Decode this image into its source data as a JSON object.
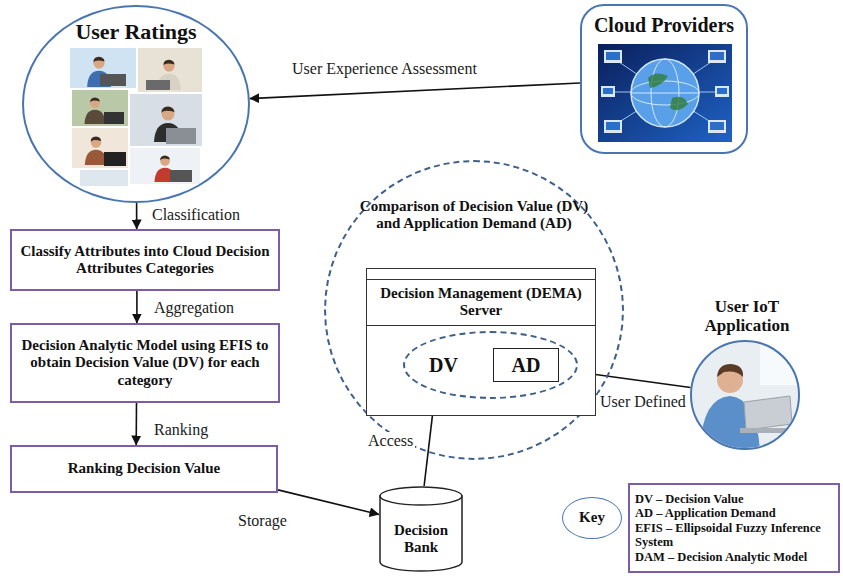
{
  "diagram": {
    "nodes": [
      {
        "text": [
          "User Ratings"
        ]
      },
      {
        "text": [
          "Cloud Providers"
        ]
      },
      {
        "text": [
          "Classify Attributes into Cloud Decision Attributes Categories"
        ]
      },
      {
        "text": [
          "Decision Analytic Model using EFIS to obtain Decision Value (DV) for each category"
        ]
      },
      {
        "text": [
          "Ranking Decision Value"
        ]
      },
      {
        "text": [
          "Comparison of Decision Value (DV) and Application Demand (AD)"
        ]
      },
      {
        "text": [
          "Decision Management (DEMA) Server"
        ],
        "in": 5
      },
      {
        "text": [
          "DV"
        ],
        "in": 6
      },
      {
        "text": [
          "AD"
        ],
        "in": 7
      },
      {
        "text": [
          "User IoT Application"
        ]
      },
      {
        "text": [
          "Decision Bank"
        ]
      },
      {
        "text": [
          "Key"
        ]
      },
      {
        "text": [
          "DV – Decision Value",
          "AD – Application Demand",
          "EFIS – Ellipsoidal Fuzzy Inference System",
          "DAM – Decision Analytic Model"
        ]
      }
    ],
    "edges": [
      {
        "from": 1,
        "to": 0,
        "label": "User Experience Assessment",
        "arrow": "to"
      },
      {
        "from": 0,
        "to": 2,
        "label": "Classification",
        "arrow": "to"
      },
      {
        "from": 2,
        "to": 3,
        "label": "Aggregation",
        "arrow": "to"
      },
      {
        "from": 3,
        "to": 4,
        "label": "Ranking",
        "arrow": "to"
      },
      {
        "from": 4,
        "to": 10,
        "label": "Storage",
        "arrow": "to"
      },
      {
        "from": 10,
        "to": 7,
        "label": "Access",
        "arrow": "to"
      },
      {
        "from": 9,
        "to": 8,
        "label": "User Defined",
        "arrow": "to"
      }
    ]
  }
}
